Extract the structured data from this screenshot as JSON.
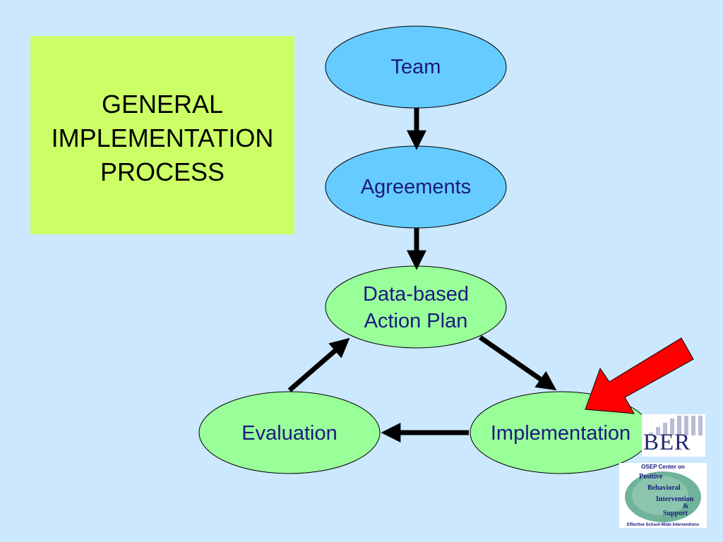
{
  "title_box": {
    "text": "GENERAL\nIMPLEMENTATION\nPROCESS",
    "color": "#ccff66"
  },
  "nodes": {
    "team": "Team",
    "agreements": "Agreements",
    "plan": "Data-based\nAction Plan",
    "implementation": "Implementation",
    "evaluation": "Evaluation"
  },
  "colors": {
    "background": "#cce8ff",
    "blue_node": "#66ccff",
    "green_node": "#99ff99",
    "arrow": "#000000",
    "highlight_arrow": "#ff0000"
  },
  "logos": {
    "ber": "BER",
    "pbis": {
      "header": "OSEP Center on",
      "words": [
        "Positive",
        "Behavioral",
        "Intervention",
        "&",
        "Support"
      ],
      "footer": "Effective School-Wide Interventions"
    }
  }
}
